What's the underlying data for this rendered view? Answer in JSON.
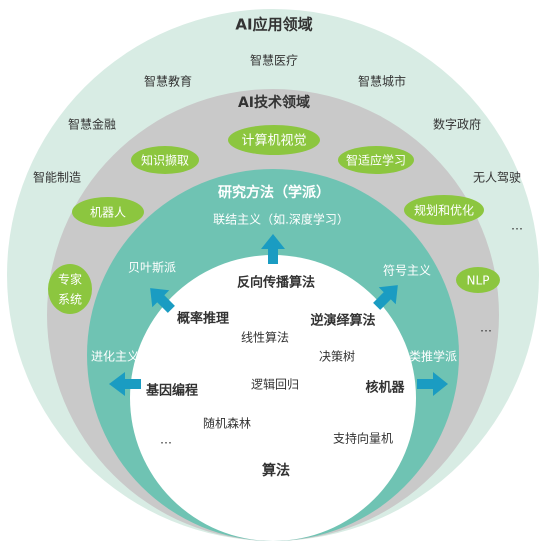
{
  "colors": {
    "outer_ring": "#d8ece4",
    "tech_ring": "#c9c9c9",
    "methods_ring": "#6fc3b3",
    "core": "#ffffff",
    "pill_green": "#8cc63f",
    "arrow_blue": "#1a9cc2",
    "text_dark": "#333333",
    "text_white": "#ffffff"
  },
  "rings": {
    "application_title": "AI应用领域",
    "tech_title": "AI技术领域",
    "methods_title": "研究方法（学派）",
    "algorithms_title": "算法"
  },
  "application_areas": [
    "智慧医疗",
    "智慧教育",
    "智慧城市",
    "智慧金融",
    "数字政府",
    "智能制造",
    "无人驾驶",
    "…",
    "…"
  ],
  "tech_areas": [
    "计算机视觉",
    "知识撷取",
    "智适应学习",
    "机器人",
    "规划和优化",
    "专家",
    "系统",
    "NLP"
  ],
  "schools": [
    "联结主义（如.深度学习）",
    "贝叶斯派",
    "符号主义",
    "进化主义",
    "类推学派"
  ],
  "algorithms": [
    "反向传播算法",
    "概率推理",
    "逆演绎算法",
    "线性算法",
    "决策树",
    "基因编程",
    "逻辑回归",
    "核机器",
    "随机森林",
    "支持向量机",
    "…"
  ]
}
